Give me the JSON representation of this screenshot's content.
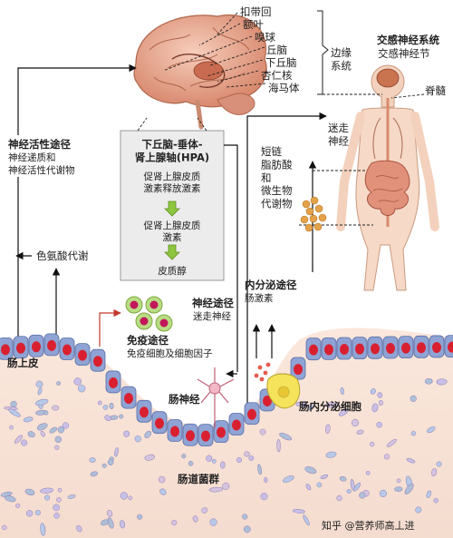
{
  "brain_labels": {
    "cingulate": "扣带回",
    "frontal": "额叶",
    "olfactory": "嗅球",
    "thalamus": "丘脑",
    "hypothalamus": "下丘脑",
    "amygdala": "杏仁核",
    "hippocampus": "海马体"
  },
  "limbic_system": "边缘\n系统",
  "sympathetic": {
    "title": "交感神经系统",
    "subtitle": "交感神经节"
  },
  "spinal_cord": "脊髓",
  "vagus_nerve": "迷走\n神经",
  "hpa_box": {
    "title": "下丘脑-垂体-\n肾上腺轴(HPA)",
    "step1": "促肾上腺皮质\n激素释放激素",
    "step2": "促肾上腺皮质\n激素",
    "step3": "皮质醇"
  },
  "neuroactive_path": {
    "title": "神经活性途径",
    "sub1": "神经递质和",
    "sub2": "神经活性代谢物"
  },
  "tryptophan": "色氨酸代谢",
  "scfa": "短链\n脂肪酸\n和\n微生物\n代谢物",
  "neural_path": {
    "title": "神经途径",
    "sub": "迷走神经"
  },
  "endocrine_path": {
    "title": "内分泌途径",
    "sub": "肠激素"
  },
  "immune_path": {
    "title": "免疫途径",
    "sub": "免疫细胞及细胞因子"
  },
  "gut_epithelium": "肠上皮",
  "enteric_nerve": "肠神经",
  "enteroendocrine": "肠内分泌细胞",
  "microbiota": "肠道菌群",
  "watermark": "知乎 @营养师高丄进",
  "colors": {
    "brain": "#e8a38a",
    "epithelium": "#8fa3d4",
    "nucleus": "#d92030",
    "hpa_box_bg": "#ececec",
    "hpa_arrow": "#8cc63f",
    "scfa": "#e3a24a",
    "immune_ring": "#8cc63f",
    "immune_core": "#c2185b"
  }
}
